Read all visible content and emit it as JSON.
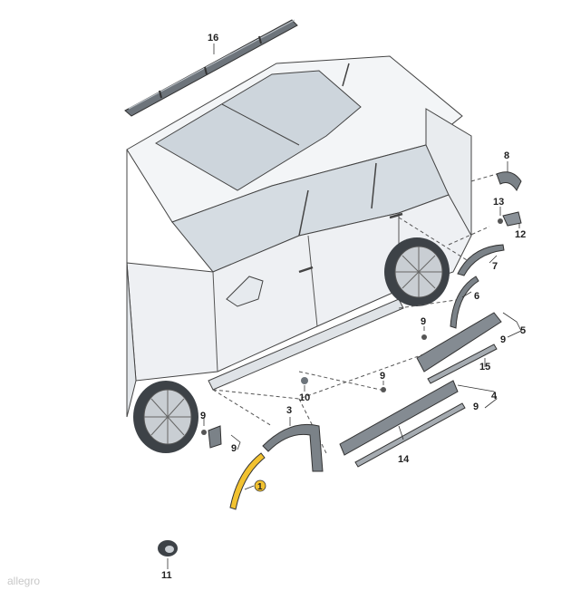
{
  "diagram": {
    "highlight_color": "#f2c230",
    "body_color": "#eef0f3",
    "glass_color": "#cfd6dd",
    "part_color": "#8a9198",
    "callouts": {
      "c1": "1",
      "c3": "3",
      "c4": "4",
      "c5": "5",
      "c6": "6",
      "c7": "7",
      "c8": "8",
      "c9a": "9",
      "c9b": "9",
      "c9c": "9",
      "c9d": "9",
      "c9e": "9",
      "c9f": "9",
      "c10": "10",
      "c11": "11",
      "c12": "12",
      "c13": "13",
      "c14": "14",
      "c15": "15",
      "c16": "16"
    }
  },
  "watermark": "allegro"
}
